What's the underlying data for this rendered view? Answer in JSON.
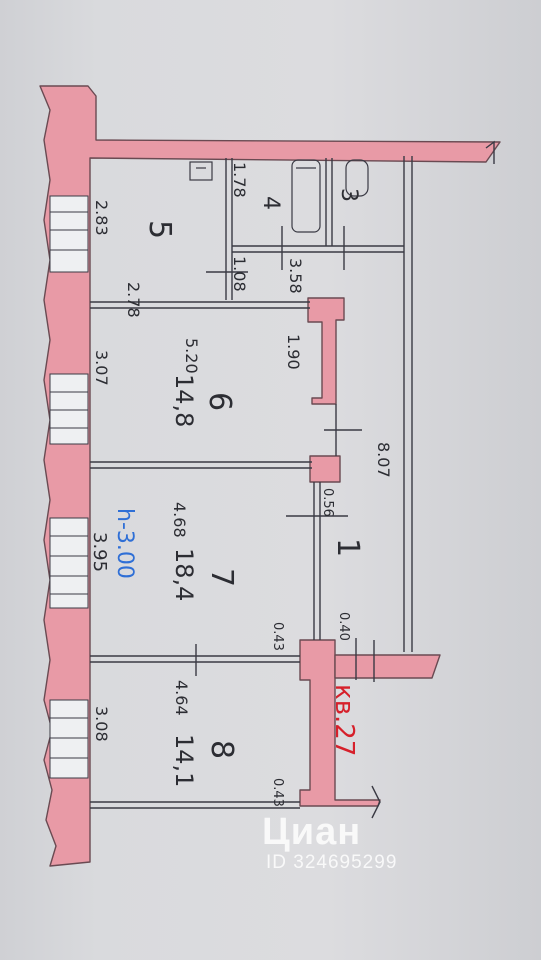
{
  "floor_plan": {
    "rooms": {
      "r1": {
        "number": "1"
      },
      "r3": {
        "number": "3"
      },
      "r4": {
        "number": "4"
      },
      "r5": {
        "number": "5"
      },
      "r6": {
        "number": "6",
        "area": "14,8"
      },
      "r7": {
        "number": "7",
        "area": "18,4"
      },
      "r8": {
        "number": "8",
        "area": "14,1"
      }
    },
    "dimensions": {
      "d_283": "2.83",
      "d_278": "2.78",
      "d_178": "1.78",
      "d_108": "1.08",
      "d_358": "3.58",
      "d_520": "5.20",
      "d_307": "3.07",
      "d_190": "1.90",
      "d_807": "8.07",
      "d_056": "0.56",
      "d_468": "4.68",
      "d_395": "3.95",
      "d_043a": "0.43",
      "d_040": "0.40",
      "d_464": "4.64",
      "d_308": "3.08",
      "d_043b": "0.43"
    },
    "ceiling_height": "h-3.00",
    "apartment_label": "кв.27"
  },
  "watermark": {
    "logo": "Циан",
    "id": "ID 324695299"
  },
  "colors": {
    "wall_fill": "#e89aa6",
    "wall_stroke": "#6a4a52",
    "line": "#3a3a44",
    "accent_blue": "#2f6fd6",
    "accent_red": "#d6202b"
  }
}
